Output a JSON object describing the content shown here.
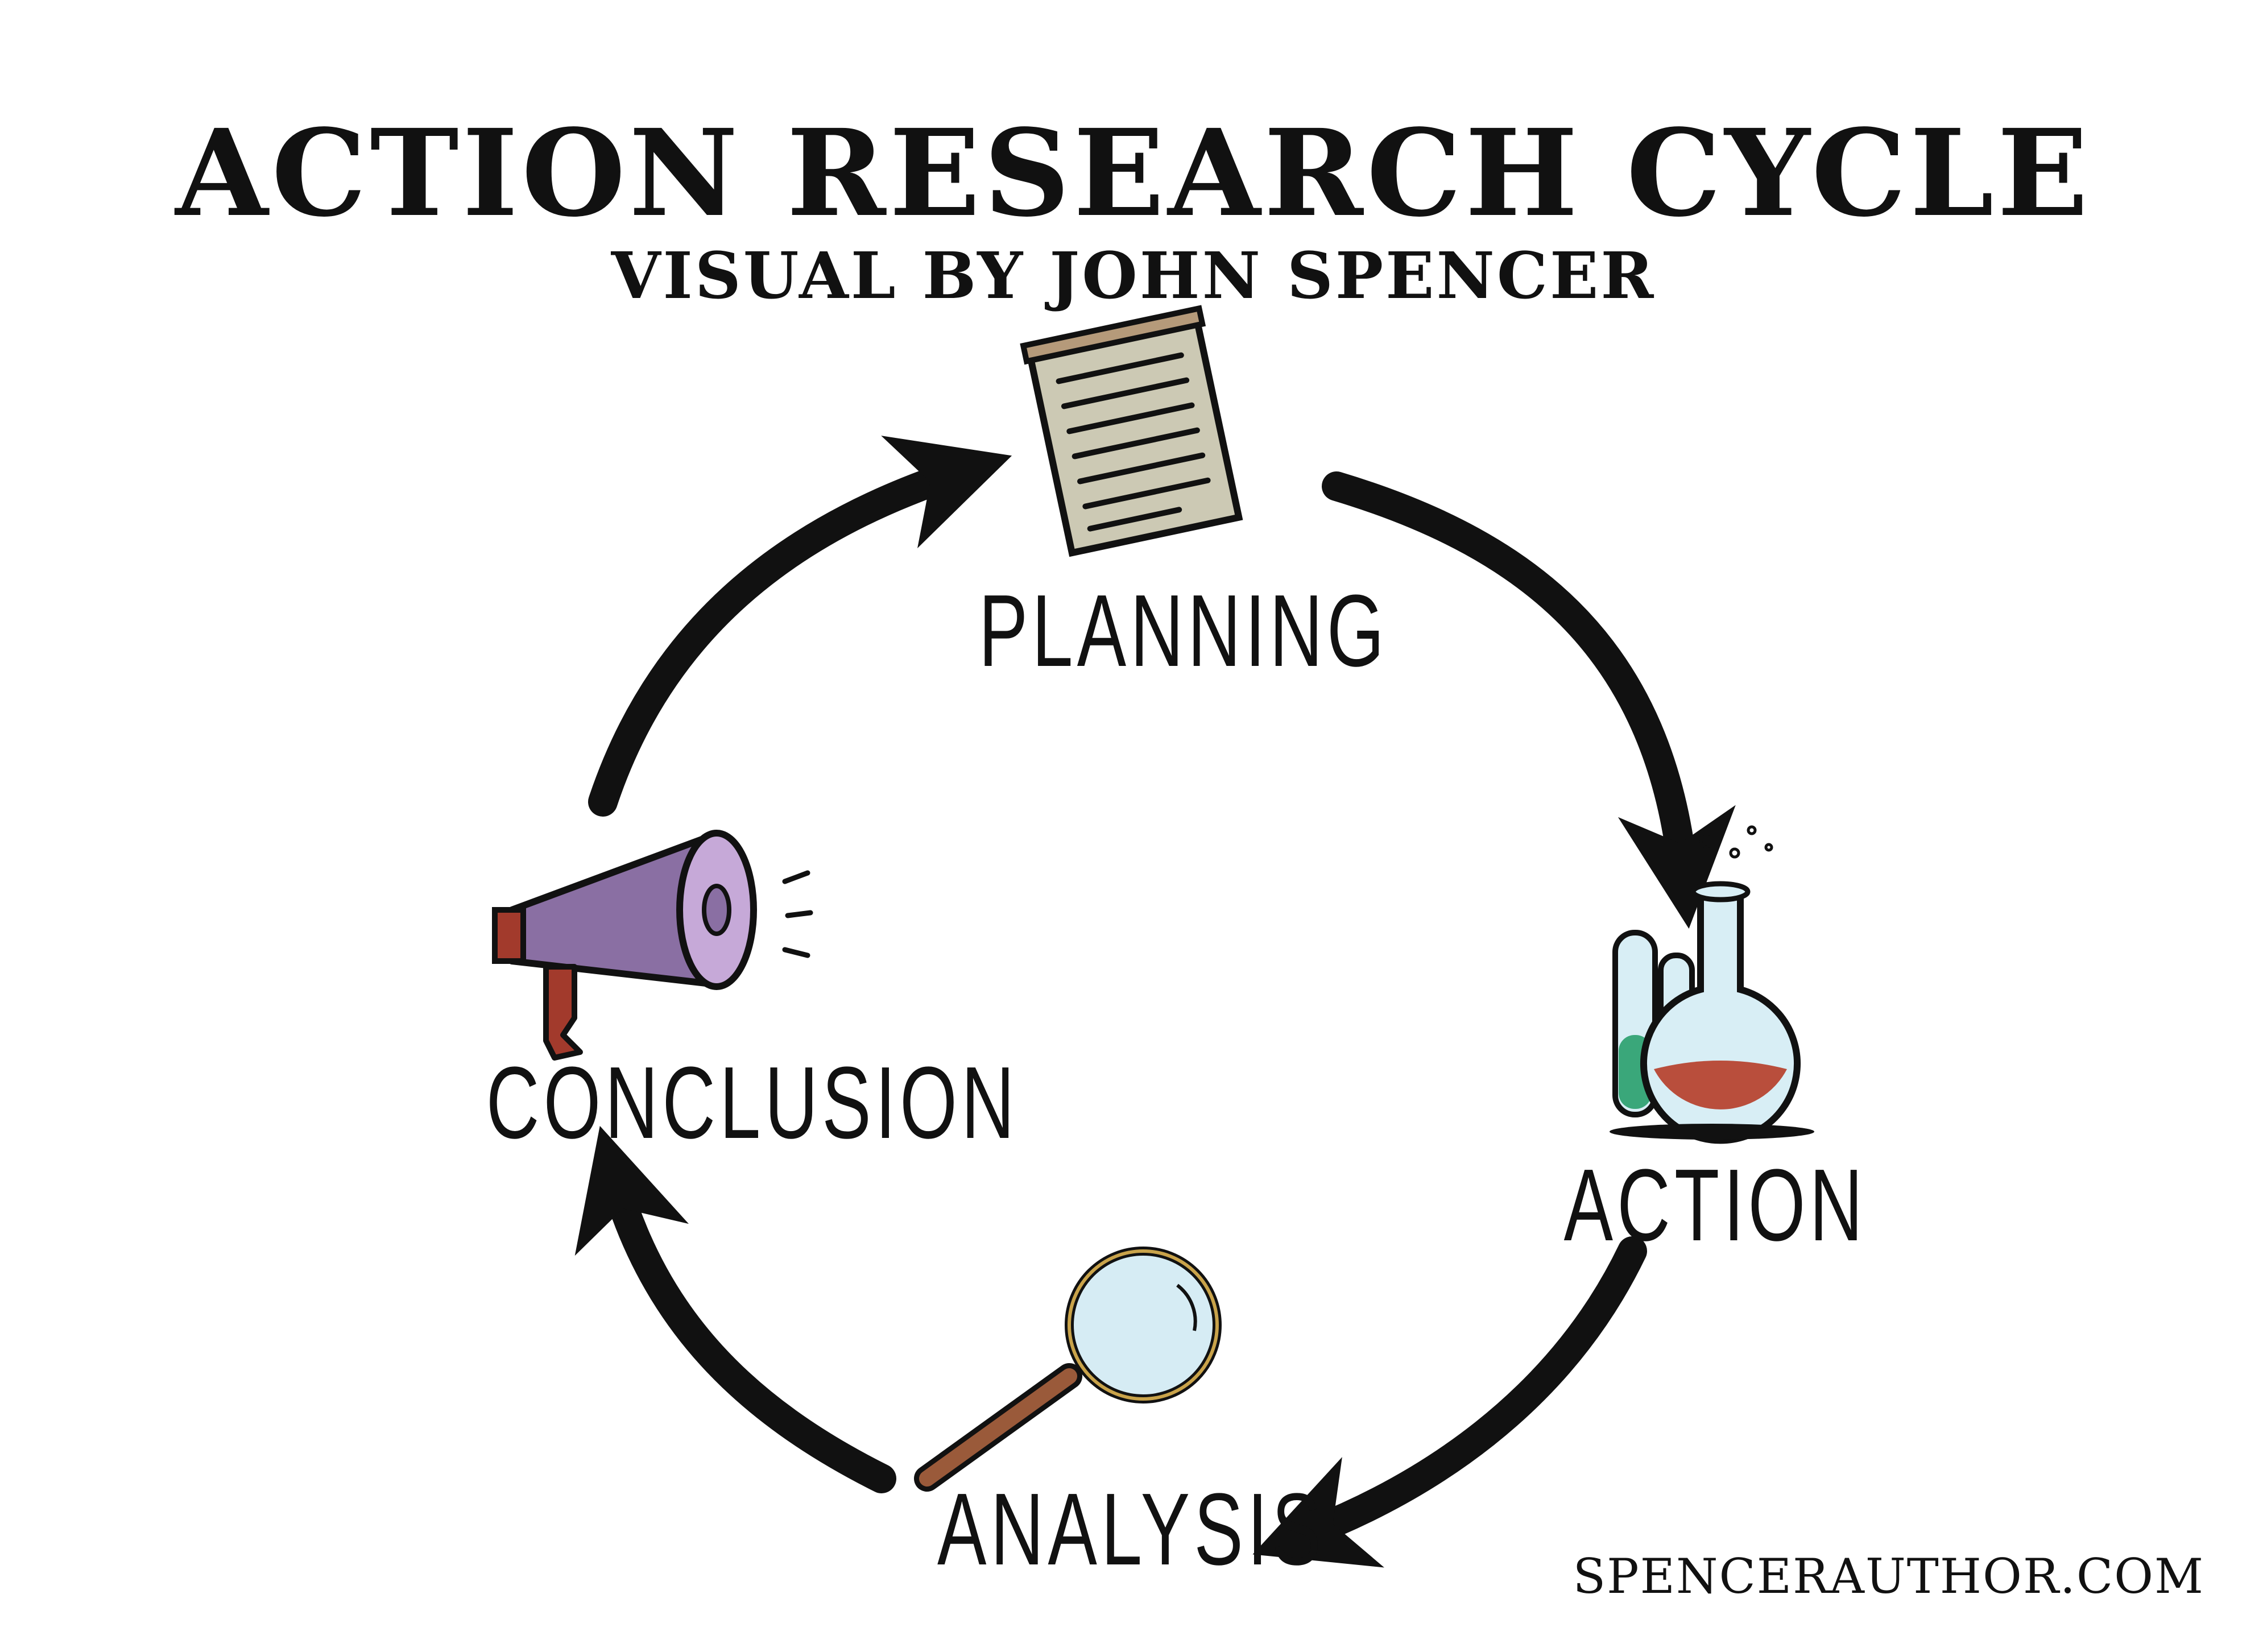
{
  "header": {
    "title": "ACTION RESEARCH CYCLE",
    "subtitle": "VISUAL BY JOHN SPENCER"
  },
  "stages": [
    {
      "label": "PLANNING",
      "icon": "document-icon"
    },
    {
      "label": "ACTION",
      "icon": "flask-icon"
    },
    {
      "label": "ANALYSIS",
      "icon": "magnifying-glass-icon"
    },
    {
      "label": "CONCLUSION",
      "icon": "megaphone-icon"
    }
  ],
  "footer": {
    "credit": "SPENCERAUTHOR.COM"
  },
  "colors": {
    "ink": "#111111",
    "paper": "#ccc9b4",
    "megaphone": "#8a6fa3",
    "megaphone_inner": "#c6a9d8",
    "flask_liquid": "#b94e3c",
    "tube_liquid": "#3aa77a",
    "glass": "#d8eef5",
    "lens": "#d6ecf4",
    "handle": "#9a5a3a"
  }
}
